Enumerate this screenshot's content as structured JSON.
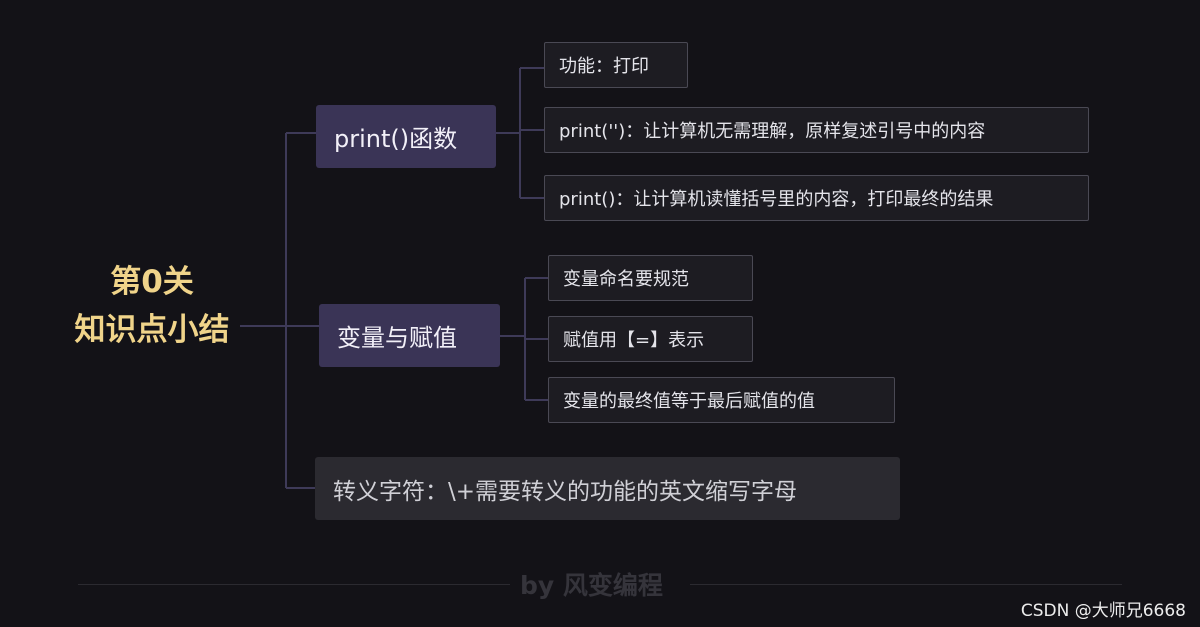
{
  "root": {
    "line1": "第0关",
    "line2": "知识点小结"
  },
  "branches": [
    {
      "label": "print()函数",
      "children": [
        "功能：打印",
        "print('')：让计算机无需理解，原样复述引号中的内容",
        "print()：让计算机读懂括号里的内容，打印最终的结果"
      ]
    },
    {
      "label": "变量与赋值",
      "children": [
        "变量命名要规范",
        "赋值用【=】表示",
        "变量的最终值等于最后赋值的值"
      ]
    },
    {
      "label": "转义字符：\\+需要转义的功能的英文缩写字母",
      "children": []
    }
  ],
  "footer": "by 风变编程",
  "watermark": "CSDN @大师兄6668",
  "colors": {
    "background": "#131217",
    "root_text": "#f0d48a",
    "branch_fill": "#3a3456",
    "connector": "#3e3a58"
  }
}
